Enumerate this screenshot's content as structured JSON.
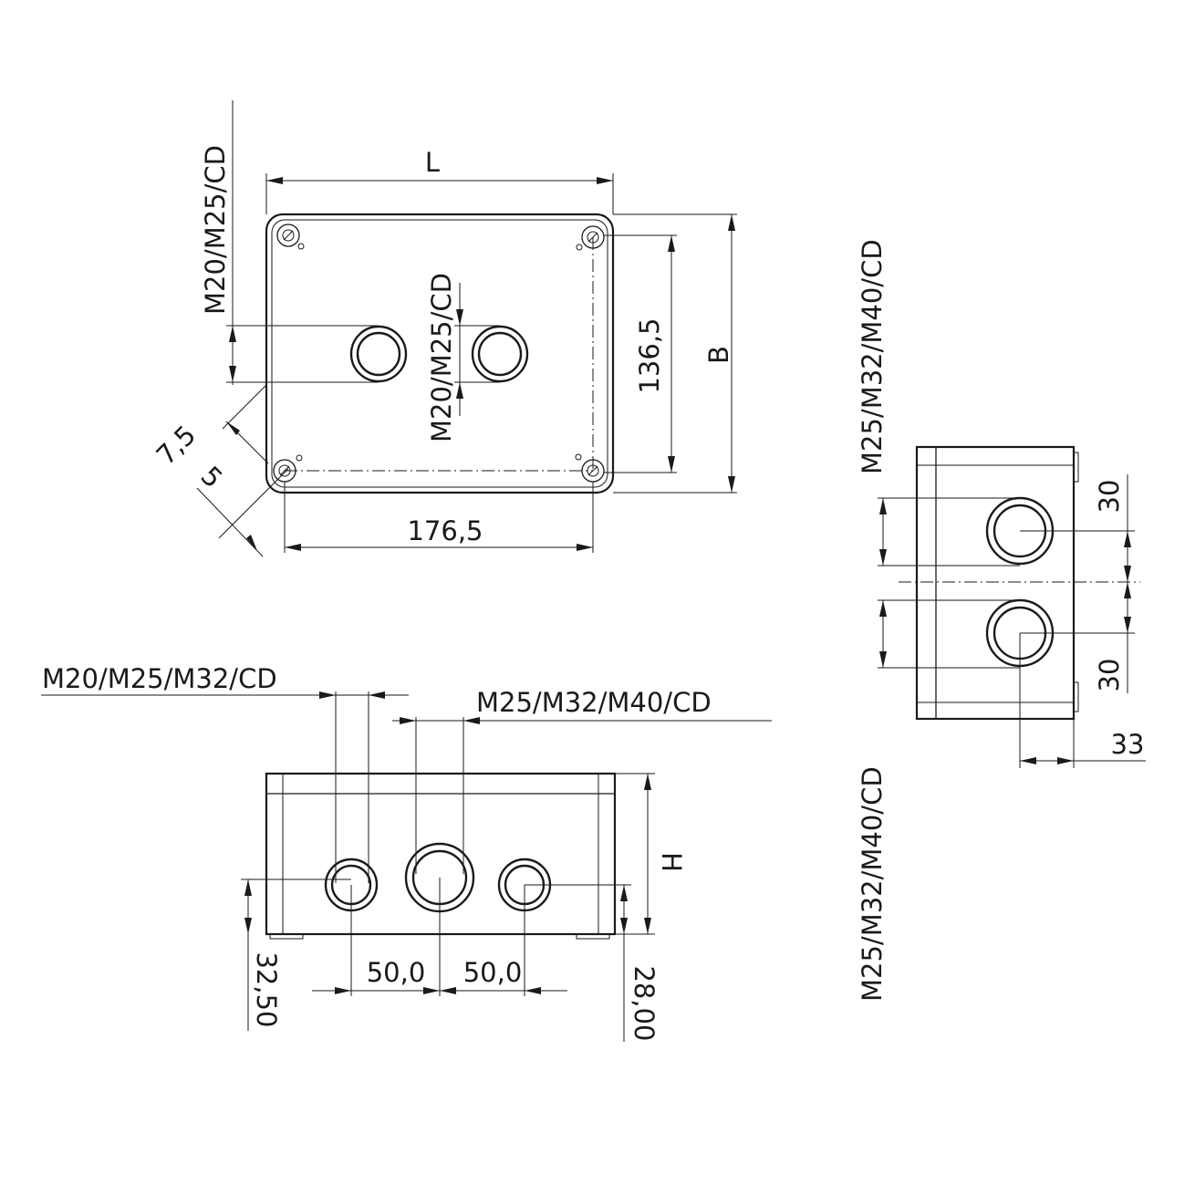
{
  "top_view": {
    "length_label": "L",
    "width_label": "B",
    "hole_spacing_height": "136,5",
    "hole_spacing_width": "176,5",
    "corner_offset_a": "7,5",
    "corner_offset_b": "5",
    "entry_left_label": "M20/M25/CD",
    "entry_center_label": "M20/M25/CD"
  },
  "front_view": {
    "height_label": "H",
    "entry_small_label": "M20/M25/M32/CD",
    "entry_large_label": "M25/M32/M40/CD",
    "spacing_left": "50,0",
    "spacing_right": "50,0",
    "left_height": "32,50",
    "right_height": "28,00"
  },
  "side_view": {
    "entry_top_label": "M25/M32/M40/CD",
    "entry_bottom_label": "M25/M32/M40/CD",
    "spacing_upper": "30",
    "spacing_lower": "30",
    "depth_offset": "33"
  }
}
